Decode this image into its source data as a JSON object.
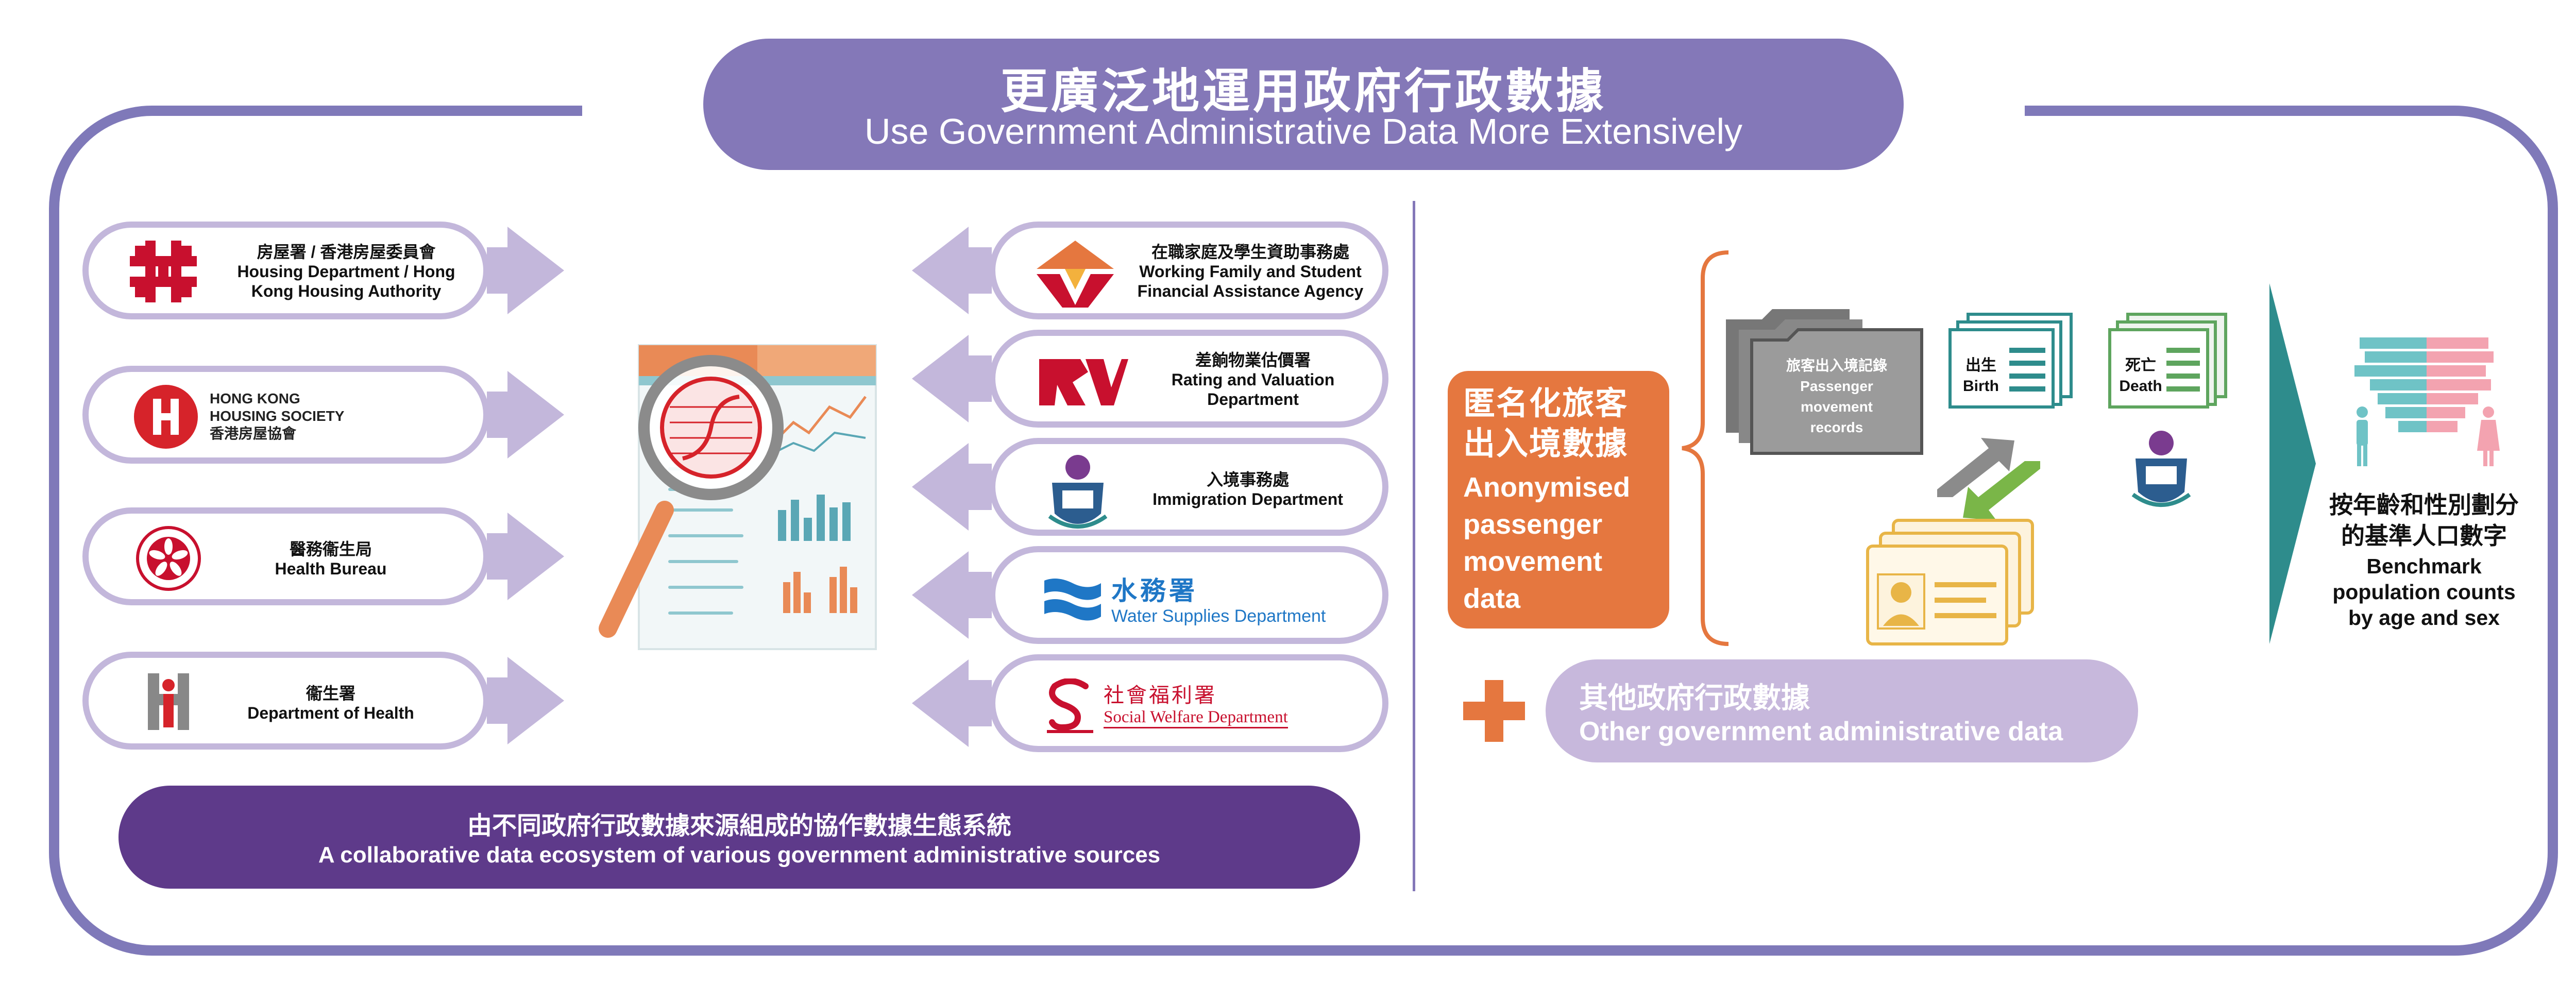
{
  "title": {
    "zh": "更廣泛地運用政府行政數據",
    "en": "Use Government Administrative Data More Extensively"
  },
  "left_sources": [
    {
      "name": "housing",
      "label": "房屋署 / 香港房屋委員會\nHousing Department / Hong\nKong Housing Authority"
    },
    {
      "name": "hkhs",
      "label": "",
      "logo_text": "HONG KONG\nHOUSING SOCIETY\n香港房屋協會"
    },
    {
      "name": "health-bureau",
      "label": "醫務衞生局\nHealth Bureau"
    },
    {
      "name": "doh",
      "label": "衞生署\nDepartment of Health"
    }
  ],
  "right_sources": [
    {
      "name": "wfsfaa",
      "label": "在職家庭及學生資助事務處\nWorking Family and Student\nFinancial Assistance Agency"
    },
    {
      "name": "rvd",
      "label": "差餉物業估價署\nRating and Valuation\nDepartment"
    },
    {
      "name": "immd",
      "label": "入境事務處\nImmigration Department"
    },
    {
      "name": "wsd",
      "label": "",
      "logo_zh": "水務署",
      "logo_en": "Water Supplies Department"
    },
    {
      "name": "swd",
      "label": "",
      "logo_zh": "社會福利署",
      "logo_en": "Social Welfare Department"
    }
  ],
  "ecosystem": {
    "zh": "由不同政府行政數據來源組成的協作數據生態系統",
    "en": "A collaborative data ecosystem of various government administrative sources"
  },
  "anonymised": {
    "zh": "匿名化旅客\n出入境數據",
    "en": "Anonymised\npassenger\nmovement\ndata"
  },
  "records": {
    "passenger": "旅客出入境記錄\nPassenger\nmovement\nrecords",
    "birth": "出生\nBirth",
    "death": "死亡\nDeath"
  },
  "other_data": {
    "zh": "其他政府行政數據",
    "en": "Other government administrative data"
  },
  "result": {
    "zh": "按年齡和性別劃分\n的基準人口數字",
    "en": "Benchmark\npopulation counts\nby age and sex"
  },
  "colors": {
    "frame": "#7f79b9",
    "title_pill": "#8478b8",
    "pill_border": "#c3b7db",
    "arrow": "#c3b7db",
    "ecosystem": "#5e3a8a",
    "anonymised": "#e5773f",
    "teal": "#2e8c8c",
    "male": "#6fc3c6",
    "female": "#f3a3b0"
  }
}
